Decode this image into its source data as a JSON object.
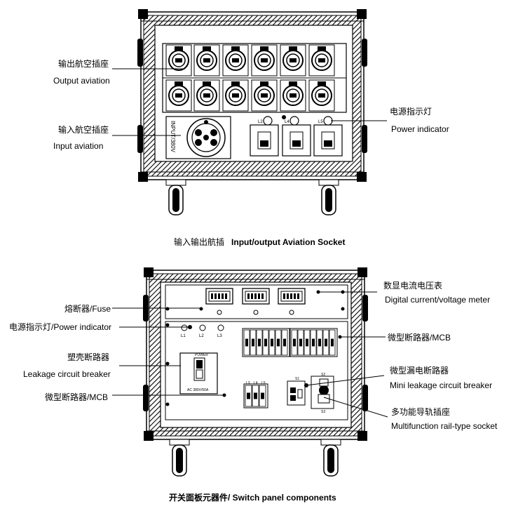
{
  "top": {
    "caption_cn": "输入输出航插",
    "caption_en": "Input/output Aviation Socket",
    "labels": {
      "output_cn": "输出航空插座",
      "output_en": "Output aviation",
      "input_cn": "输入航空插座",
      "input_en": "Input aviation",
      "power_cn": "电源指示灯",
      "power_en": "Power indicator"
    },
    "panel": {
      "input_text": "INPUT/380V",
      "indicator_labels": [
        "L2",
        "L4",
        "L5"
      ]
    }
  },
  "bottom": {
    "caption": "开关面板元器件/ Switch panel components",
    "labels": {
      "meter_cn": "数显电流电压表",
      "meter_en": "Digital current/voltage meter",
      "fuse": "熔断器/Fuse",
      "power": "电源指示灯/Power indicator",
      "mcb_right": "微型断路器/MCB",
      "mccb_cn": "塑壳断路器",
      "mccb_en": "Leakage circuit breaker",
      "rcbo_cn": "微型漏电断路器",
      "rcbo_en": "Mini leakage circuit breaker",
      "mcb_left": "微型断路器/MCB",
      "rail_cn": "多功能导轨插座",
      "rail_en": "Multifunction rail-type socket"
    },
    "panel": {
      "indicator_labels": [
        "L1",
        "L2",
        "L3"
      ],
      "mccb_top": "POWER",
      "mccb_bottom": "AC 380V/50A",
      "mcb_small_labels": [
        "L3",
        "L4",
        "L5"
      ],
      "rcbo_label": "S1",
      "rail_labels": [
        "S2",
        "S3"
      ]
    }
  }
}
